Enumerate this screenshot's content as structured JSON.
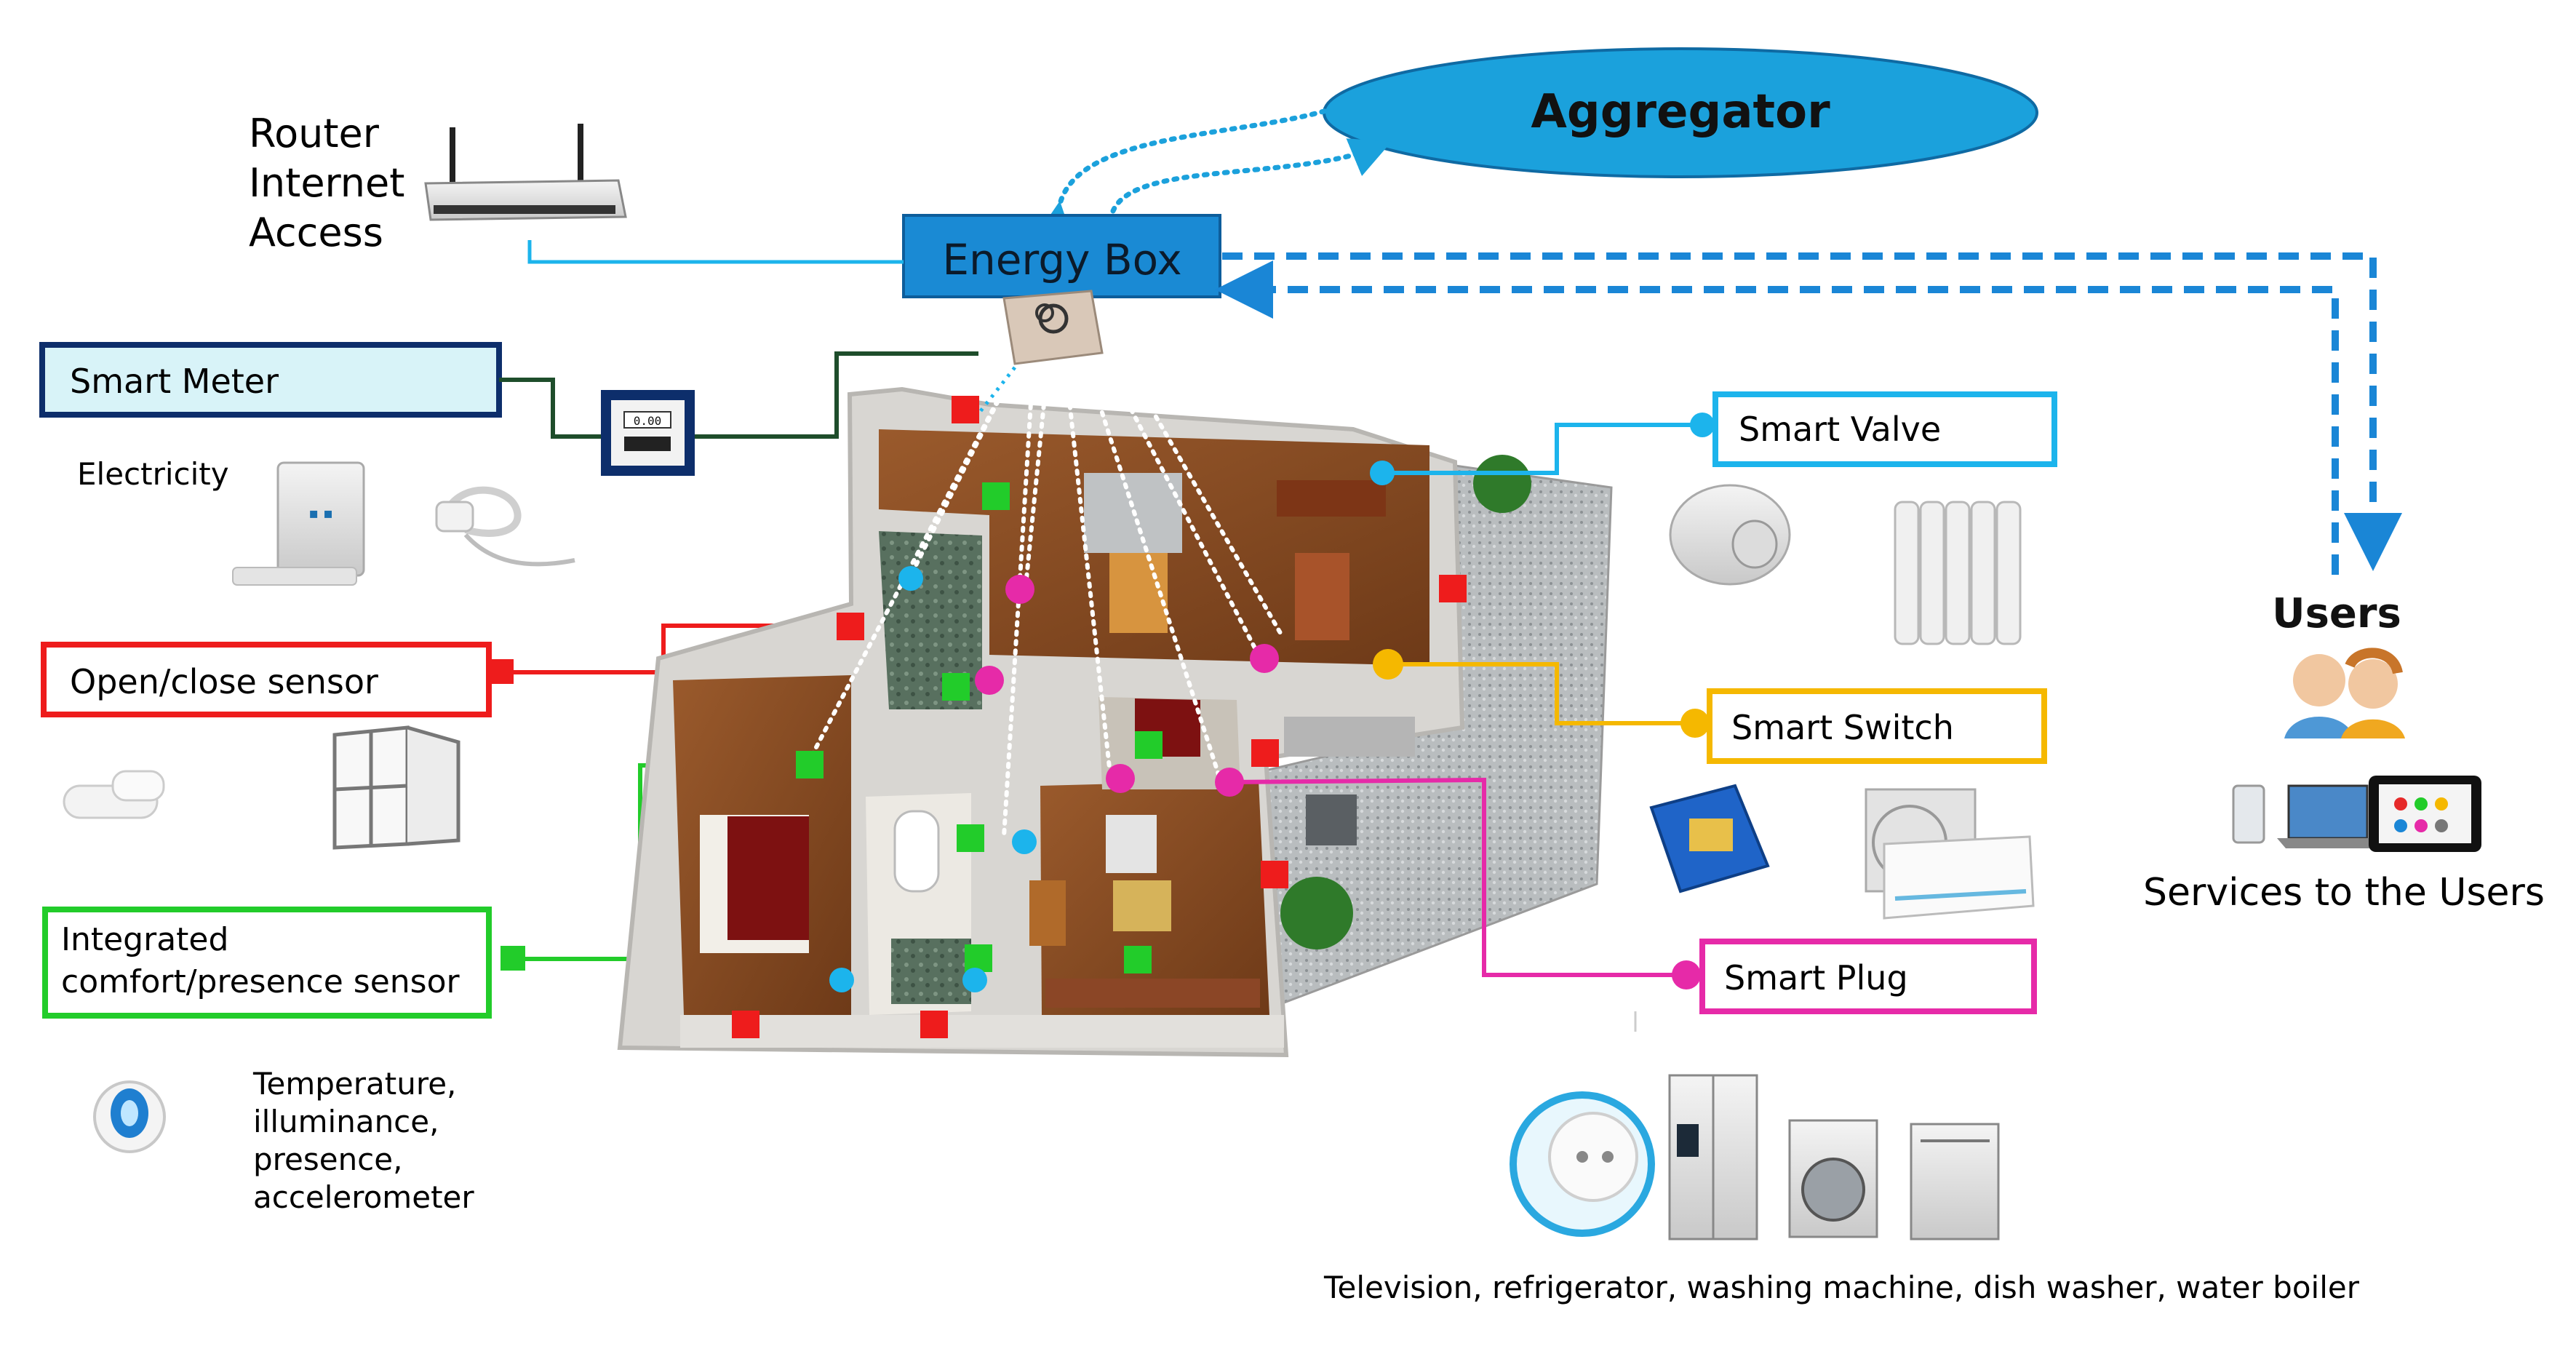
{
  "aggregator": {
    "label": "Aggregator"
  },
  "energy_box": {
    "label": "Energy Box"
  },
  "router": {
    "line1": "Router",
    "line2": "Internet",
    "line3": "Access"
  },
  "smart_meter": {
    "label": "Smart Meter",
    "sub": "Electricity",
    "display_text": "0.00"
  },
  "open_close": {
    "label": "Open/close sensor"
  },
  "comfort": {
    "line1": "Integrated",
    "line2": "comfort/presence sensor",
    "detail_lines": [
      "Temperature,",
      "illuminance,",
      "presence,",
      "accelerometer"
    ]
  },
  "smart_valve": {
    "label": "Smart Valve"
  },
  "smart_switch": {
    "label": "Smart Switch"
  },
  "smart_plug": {
    "label": "Smart Plug"
  },
  "users": {
    "label": "Users",
    "services": "Services to the Users"
  },
  "appliances": {
    "caption": "Television, refrigerator, washing machine, dish washer, water boiler"
  },
  "colors": {
    "aggregator_fill": "#1ba1dc",
    "energy_box_fill": "#1a8ad4",
    "smart_meter_border": "#0d2e6b",
    "smart_meter_fill": "#d8f3f8",
    "open_close": "#ee1c1c",
    "comfort": "#22cc2a",
    "valve": "#1cb4ec",
    "switch": "#f5b800",
    "plug": "#e62aa8",
    "users_link": "#1a86d6",
    "meter_line": "#1e4d2b"
  }
}
